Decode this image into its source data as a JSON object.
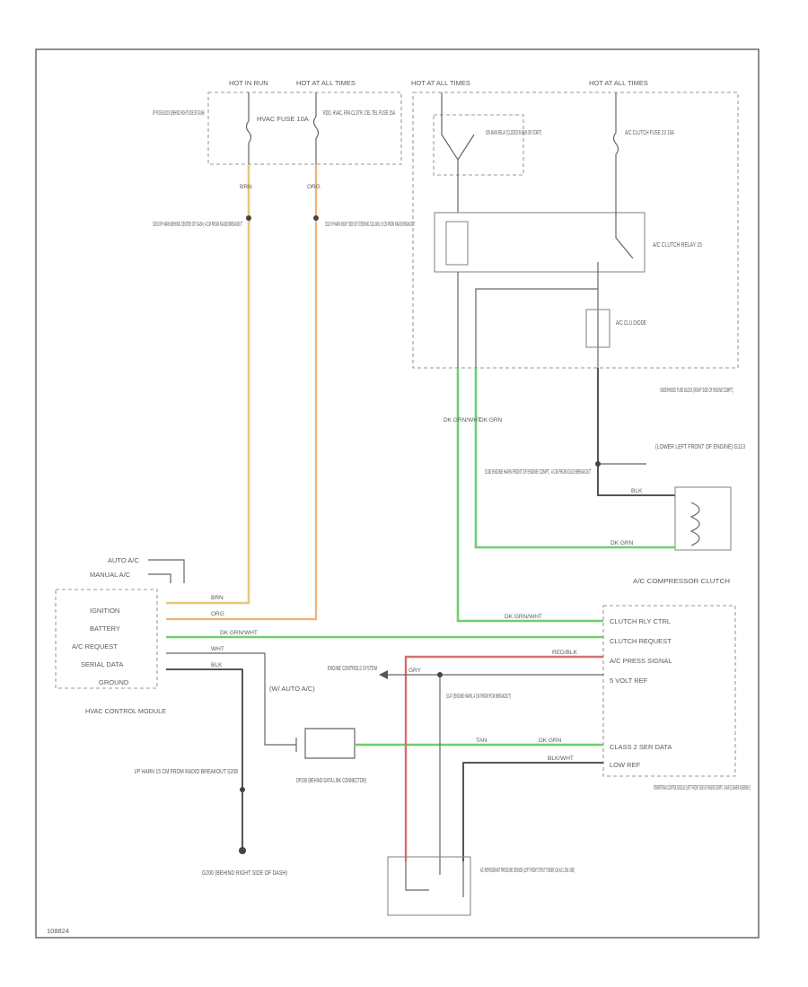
{
  "fuse_block_ip": "I/P FUSE BLOCK (BEHIND RIGHT SIDE OF DASH)",
  "hot_in_run": "HOT IN RUN",
  "hot_at_all_times_1": "HOT AT ALL TIMES",
  "hot_at_all_times_2": "HOT AT ALL TIMES",
  "hot_at_all_times_3": "HOT AT ALL TIMES",
  "hvac_fuse": "HVAC FUSE 10A",
  "radio_fuse": "RDO, HVAC, RFA CLSTR, CEL TEL FUSE 15A",
  "ign_relay": "IGN MAIN RELAY (CLOSED IN RUN OR START)",
  "ac_clutch_fuse": "A/C CLUTCH FUSE 23 10A",
  "ac_clutch_relay": "A/C CLUTCH RELAY 15",
  "ac_clu_diode": "A/C CLU DIODE",
  "underhood_fuse_block": "UNDERHOOD FUSE BLOCK (RIGHT SIDE OF ENGINE COMPT.)",
  "s203": "S203 I/P HARN BEHIND CENTER OF DASH, 4 CM FROM RADIO BREAKOUT",
  "s202": "S202 I/P HARN RIGHT SIDE OF STEERING COLUMN, 15 CM FROM RADIO BREAKOUT",
  "g113": "(LOWER LEFT FRONT OF ENGINE) G113",
  "s100": "S100 ENGINE HARN FRONT OF ENGINE COMPT., 4 CM FROM G103 BREAKOUT",
  "compressor_clutch": "A/C COMPRESSOR CLUTCH",
  "auto_ac": "AUTO A/C",
  "manual_ac": "MANUAL A/C",
  "hvac_pins": [
    "IGNITION",
    "BATTERY",
    "A/C REQUEST",
    "SERIAL DATA",
    "GROUND"
  ],
  "hvac_module": "HVAC CONTROL MODULE",
  "pcm_pins": [
    "CLUTCH RLY CTRL",
    "CLUTCH REQUEST",
    "A/C PRESS SIGNAL",
    "5 VOLT REF",
    "CLASS 2 SER DATA",
    "LOW REF"
  ],
  "pcm": "POWERTRAIN CONTROL MODULE (LEFT FRONT SIDE OF ENGINE COMPT., IN AIR CLEANER ASSEMBLY)",
  "engine_controls": "ENGINE CONTROLS SYSTEM",
  "s147": "S147 (ENGINE HARN, 4 CM FROM PCM BREAKOUT)",
  "dlc": "DP200 (BEHIND DATA LINK CONNECTOR)",
  "auto_ac_small": "(W/ AUTO A/C)",
  "s208": "I/P HARN 15 CM FROM RADIO BREAKOUT S208",
  "g200": "G200 (BEHIND RIGHT SIDE OF DASH)",
  "pressure_sensor": "A/C REFRIGERANT PRESSURE SENSOR (LEFT FRONT STRUT TOWER, ON A/C LOW LINE)",
  "wire_colors": {
    "brn": "BRN",
    "org": "ORG",
    "dk_grn_wht": "DK GRN/WHT",
    "wht": "WHT",
    "blk": "BLK",
    "red_blk": "RED/BLK",
    "gry": "GRY",
    "tan": "TAN",
    "dk_grn": "DK GRN",
    "blk_wht": "BLK/WHT",
    "blk_a": "BLK"
  },
  "footer_code": "108824",
  "colors": {
    "green": "#6fcf6f",
    "orange": "#f0b070",
    "yellow": "#e8c878",
    "red": "#d47070"
  }
}
